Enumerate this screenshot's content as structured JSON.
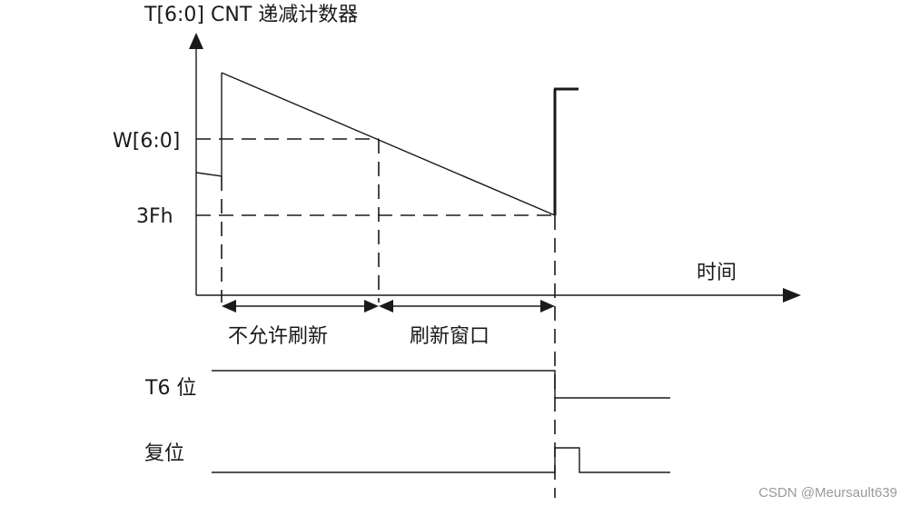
{
  "labels": {
    "y_axis_title": "T[6:0] CNT 递减计数器",
    "w_level": "W[6:0]",
    "level_3fh": "3Fh",
    "x_axis_title": "时间",
    "no_refresh": "不允许刷新",
    "refresh_window": "刷新窗口",
    "t6_bit": "T6 位",
    "reset": "复位"
  },
  "watermark": "CSDN @Meursault639",
  "colors": {
    "ink": "#1a1a1a",
    "watermark": "#9a9a9a"
  }
}
